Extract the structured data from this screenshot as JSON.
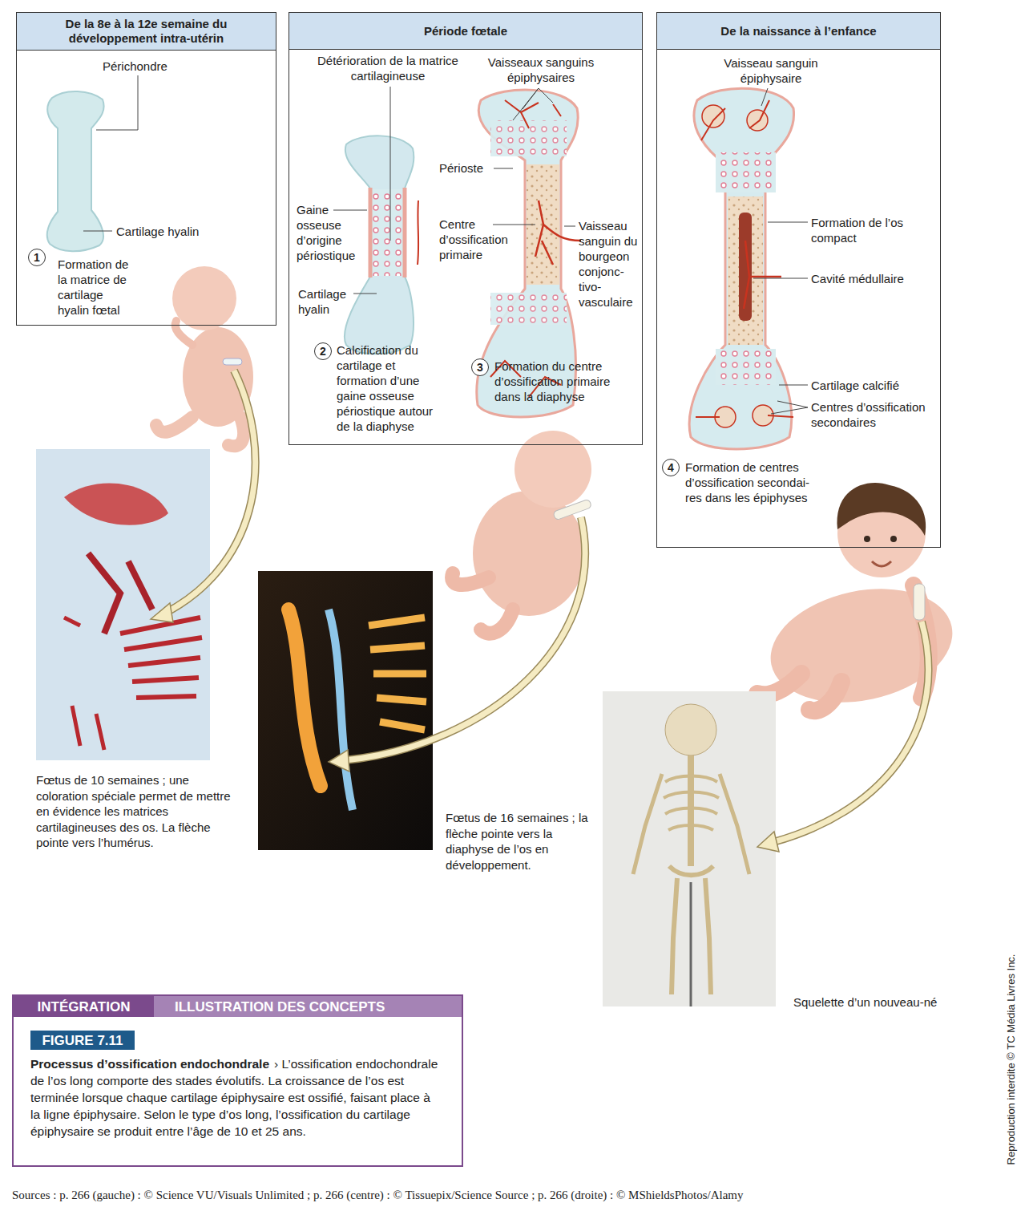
{
  "diagram": {
    "nodes": [
      {
        "text": [
          "De la 8e à la 12e semaine du développement intra-utérin"
        ]
      },
      {
        "text": [
          "1"
        ],
        "in": 0
      },
      {
        "text": [
          "Période fœtale"
        ]
      },
      {
        "text": [
          "2"
        ],
        "in": 2
      },
      {
        "text": [
          "3"
        ],
        "in": 2
      },
      {
        "text": [
          "De la naissance à l’enfance"
        ]
      },
      {
        "text": [
          "4"
        ],
        "in": 5
      },
      {
        "text": [
          "Processus d’ossification endochondrale",
          "› L’ossification endochondrale de l’os long comporte des stades évolutifs. La croissance de l’os est terminée lorsque chaque cartilage épiphysaire est ossifié, faisant place à la ligne épiphysaire. Selon le type d’os long, l’ossification du cartilage épiphysaire se produit entre l’âge de 10 et 25 ans."
        ]
      },
      {
        "text": [
          "INTÉGRATION"
        ],
        "in": 7
      },
      {
        "text": [
          "ILLUSTRATION DES CONCEPTS"
        ],
        "in": 7
      },
      {
        "text": [
          "FIGURE 7.11"
        ],
        "in": 7
      }
    ],
    "labels": [
      "Périchondre",
      "Cartilage hyalin",
      "Formation de la matrice de cartilage hyalin fœtal",
      "Détérioration de la matrice cartilagineuse",
      "Vaisseaux sanguins épiphysaires",
      "Gaine osseuse d’origine périostique",
      "Périoste",
      "Centre d’ossification primaire",
      "Vaisseau sanguin du bourgeon conjonc- tivo- vasculaire",
      "Cartilage hyalin",
      "Calcification du cartilage et formation d’une gaine osseuse périostique autour de la diaphyse",
      "Formation du centre d’ossification primaire dans la diaphyse",
      "Vaisseau sanguin épiphysaire",
      "Formation de l’os compact",
      "Cavité médullaire",
      "Cartilage calcifié",
      "Centres d’ossification secondaires",
      "Formation de centres d’ossification secondai- res dans les épiphyses",
      "Fœtus de 10 semaines ; une coloration spéciale permet de mettre en évidence les matrices cartilagineuses des os. La flèche pointe vers l’humérus.",
      "Fœtus de 16 semaines ; la flèche pointe vers la diaphyse de l’os en développement.",
      "Squelette d’un nouveau-né",
      "Reproduction interdite © TC Média Livres Inc.",
      "Sources : p. 266 (gauche) : © Science VU/Visuals Unlimited ; p. 266 (centre) : © Tissuepix/Science Source ; p. 266 (droite) : © MShieldsPhotos/Alamy"
    ]
  }
}
